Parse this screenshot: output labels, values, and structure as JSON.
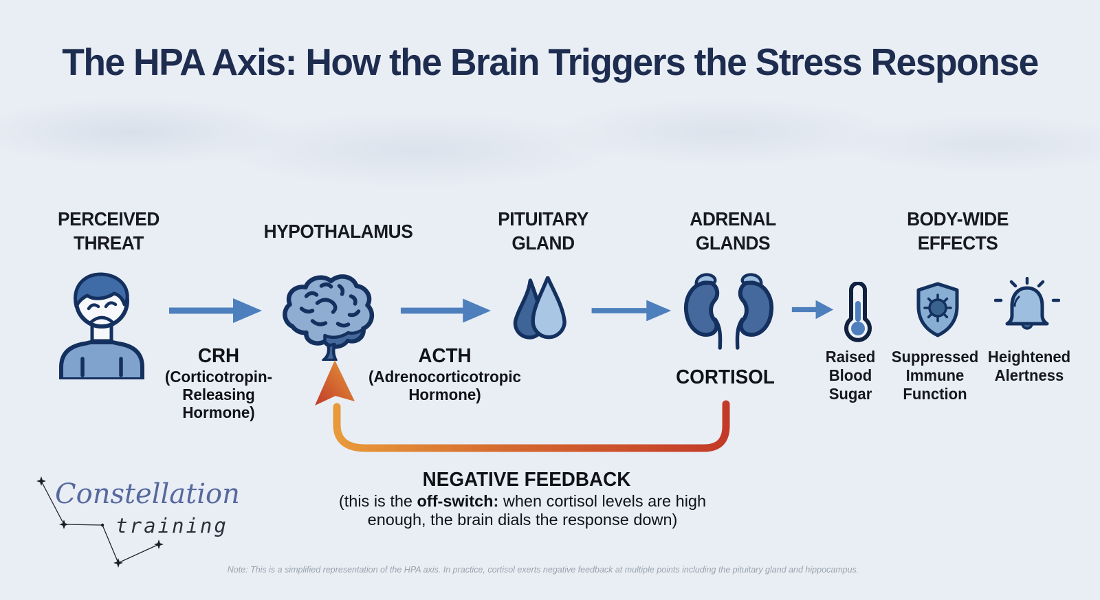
{
  "title": "The HPA Axis: How the Brain Triggers the Stress Response",
  "stages": [
    {
      "label": "PERCEIVED THREAT",
      "icon": "worried-person-icon"
    },
    {
      "label": "HYPOTHALAMUS",
      "icon": "brain-icon"
    },
    {
      "label": "PITUITARY GLAND",
      "icon": "pituitary-gland-icon"
    },
    {
      "label": "ADRENAL GLANDS",
      "icon": "adrenal-glands-icon"
    },
    {
      "label": "BODY-WIDE EFFECTS",
      "icon": "effects-icon-group"
    }
  ],
  "hormones": {
    "crh": {
      "abbr": "CRH",
      "line1": "(Corticotropin-",
      "line2": "Releasing",
      "line3": "Hormone)"
    },
    "acth": {
      "abbr": "ACTH",
      "line1": "(Adrenocorticotropic",
      "line2": "Hormone)"
    },
    "cortisol": {
      "abbr": "CORTISOL"
    }
  },
  "effects": [
    {
      "label": "Raised Blood Sugar",
      "icon": "thermometer-icon"
    },
    {
      "label": "Suppressed Immune Function",
      "icon": "shield-virus-icon"
    },
    {
      "label": "Heightened Alertness",
      "icon": "alert-bell-icon"
    }
  ],
  "feedback": {
    "title": "NEGATIVE FEEDBACK",
    "desc_prefix": "(this is the ",
    "desc_bold": "off-switch:",
    "desc_suffix": " when cortisol levels are high enough, the brain dials the response down)",
    "icon": "feedback-curve-arrow-icon"
  },
  "logo": {
    "script": "Constellation",
    "sub": "training",
    "icon": "constellation-lines-icon"
  },
  "note": "Note: This is a simplified representation of the HPA axis. In practice, cortisol exerts negative feedback at multiple points including the pituitary gland and hippocampus.",
  "flow_icon": "arrow-right-icon",
  "colors": {
    "background": "#e9eef5",
    "title": "#1d2c4f",
    "text": "#15171c",
    "arrow_blue": "#4d7fbd",
    "icon_outline": "#14305e",
    "icon_light_blue": "#9dbede",
    "icon_mid_blue": "#45699c",
    "shirt_blue": "#7fa3cc",
    "feedback_red": "#c0392b",
    "feedback_orange": "#e89a3a",
    "logo_blue": "#56689e",
    "note_gray": "#9aa3ad"
  }
}
